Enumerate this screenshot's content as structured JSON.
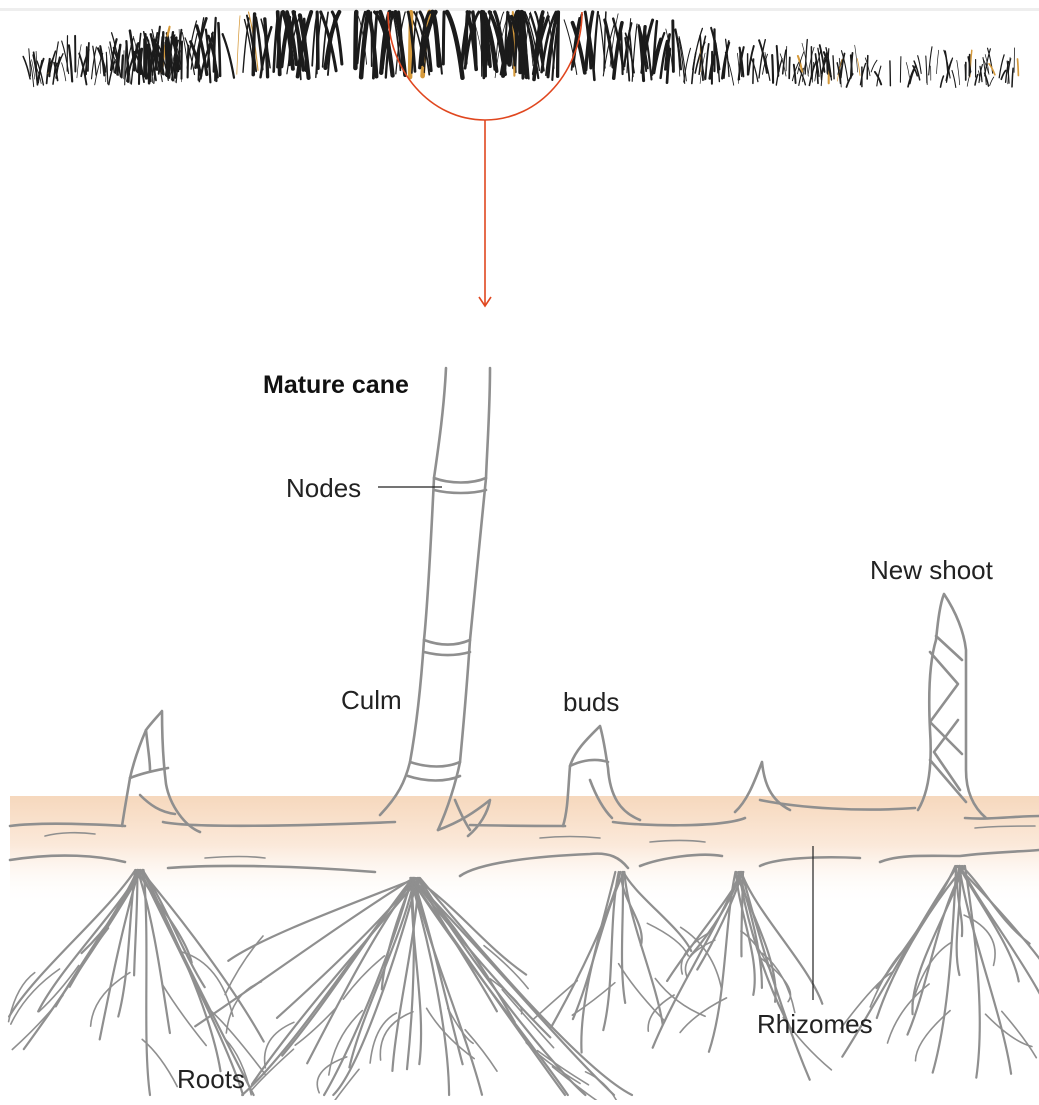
{
  "colors": {
    "stroke": "#8f8f8f",
    "accent": "#e0471f",
    "soil_top": "#f6d8bd",
    "grass": "#1b1b1b",
    "grass_tint": "#d69a3b",
    "leader": "#222222"
  },
  "labels": {
    "mature_cane": "Mature cane",
    "nodes": "Nodes",
    "culm": "Culm",
    "buds": "buds",
    "new_shoot": "New shoot",
    "rhizomes": "Rhizomes",
    "roots": "Roots"
  }
}
